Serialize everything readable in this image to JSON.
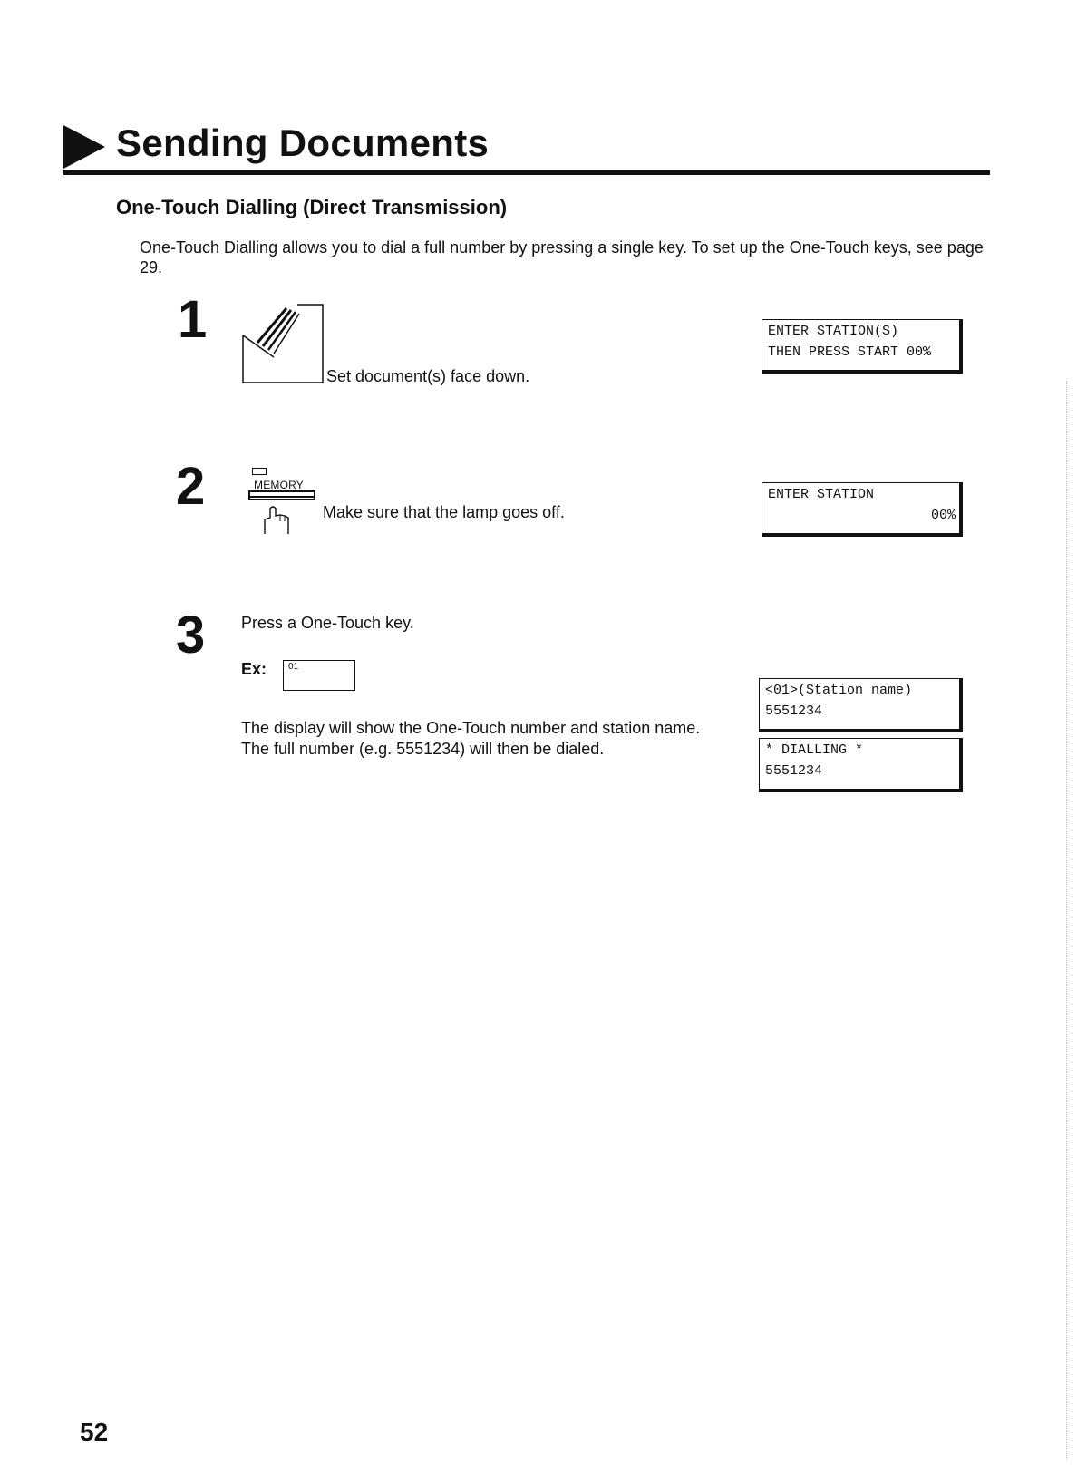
{
  "header": {
    "title": "Sending Documents"
  },
  "section": {
    "title": "One-Touch Dialling (Direct Transmission)",
    "intro": "One-Touch Dialling allows you to dial a full number by pressing a single key.  To set up the One-Touch keys, see page 29."
  },
  "steps": [
    {
      "number": "1",
      "text": "Set document(s) face down.",
      "icon": "document-feed-icon",
      "display": [
        "ENTER STATION(S)",
        "THEN PRESS START 00%"
      ]
    },
    {
      "number": "2",
      "key_label": "MEMORY",
      "text": "Make sure that the lamp goes off.",
      "icon": "memory-button-icon",
      "display": [
        "ENTER STATION",
        "00%"
      ]
    },
    {
      "number": "3",
      "text": "Press a One-Touch key.",
      "example_label": "Ex:",
      "example_key": "01",
      "description": "The display will show the One-Touch number and station name.  The full number (e.g. 5551234) will then be dialed.",
      "displays": [
        [
          "<01>(Station name)",
          "5551234"
        ],
        [
          "* DIALLING *",
          "5551234"
        ]
      ]
    }
  ],
  "page_number": "52"
}
